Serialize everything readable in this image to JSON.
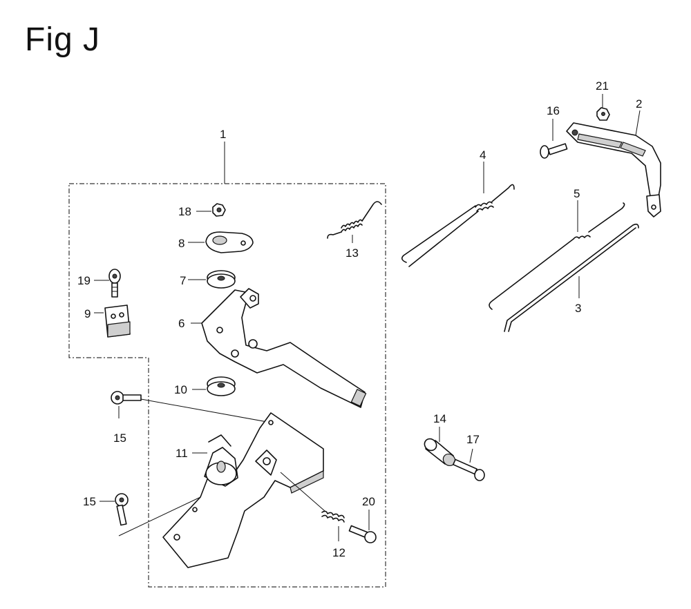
{
  "figure": {
    "title": "Fig J"
  },
  "callouts": {
    "c1": "1",
    "c2": "2",
    "c3": "3",
    "c4": "4",
    "c5": "5",
    "c6": "6",
    "c7": "7",
    "c8": "8",
    "c9": "9",
    "c10": "10",
    "c11": "11",
    "c12": "12",
    "c13": "13",
    "c14": "14",
    "c15a": "15",
    "c15b": "15",
    "c16": "16",
    "c17": "17",
    "c18": "18",
    "c19": "19",
    "c20": "20",
    "c21": "21"
  }
}
